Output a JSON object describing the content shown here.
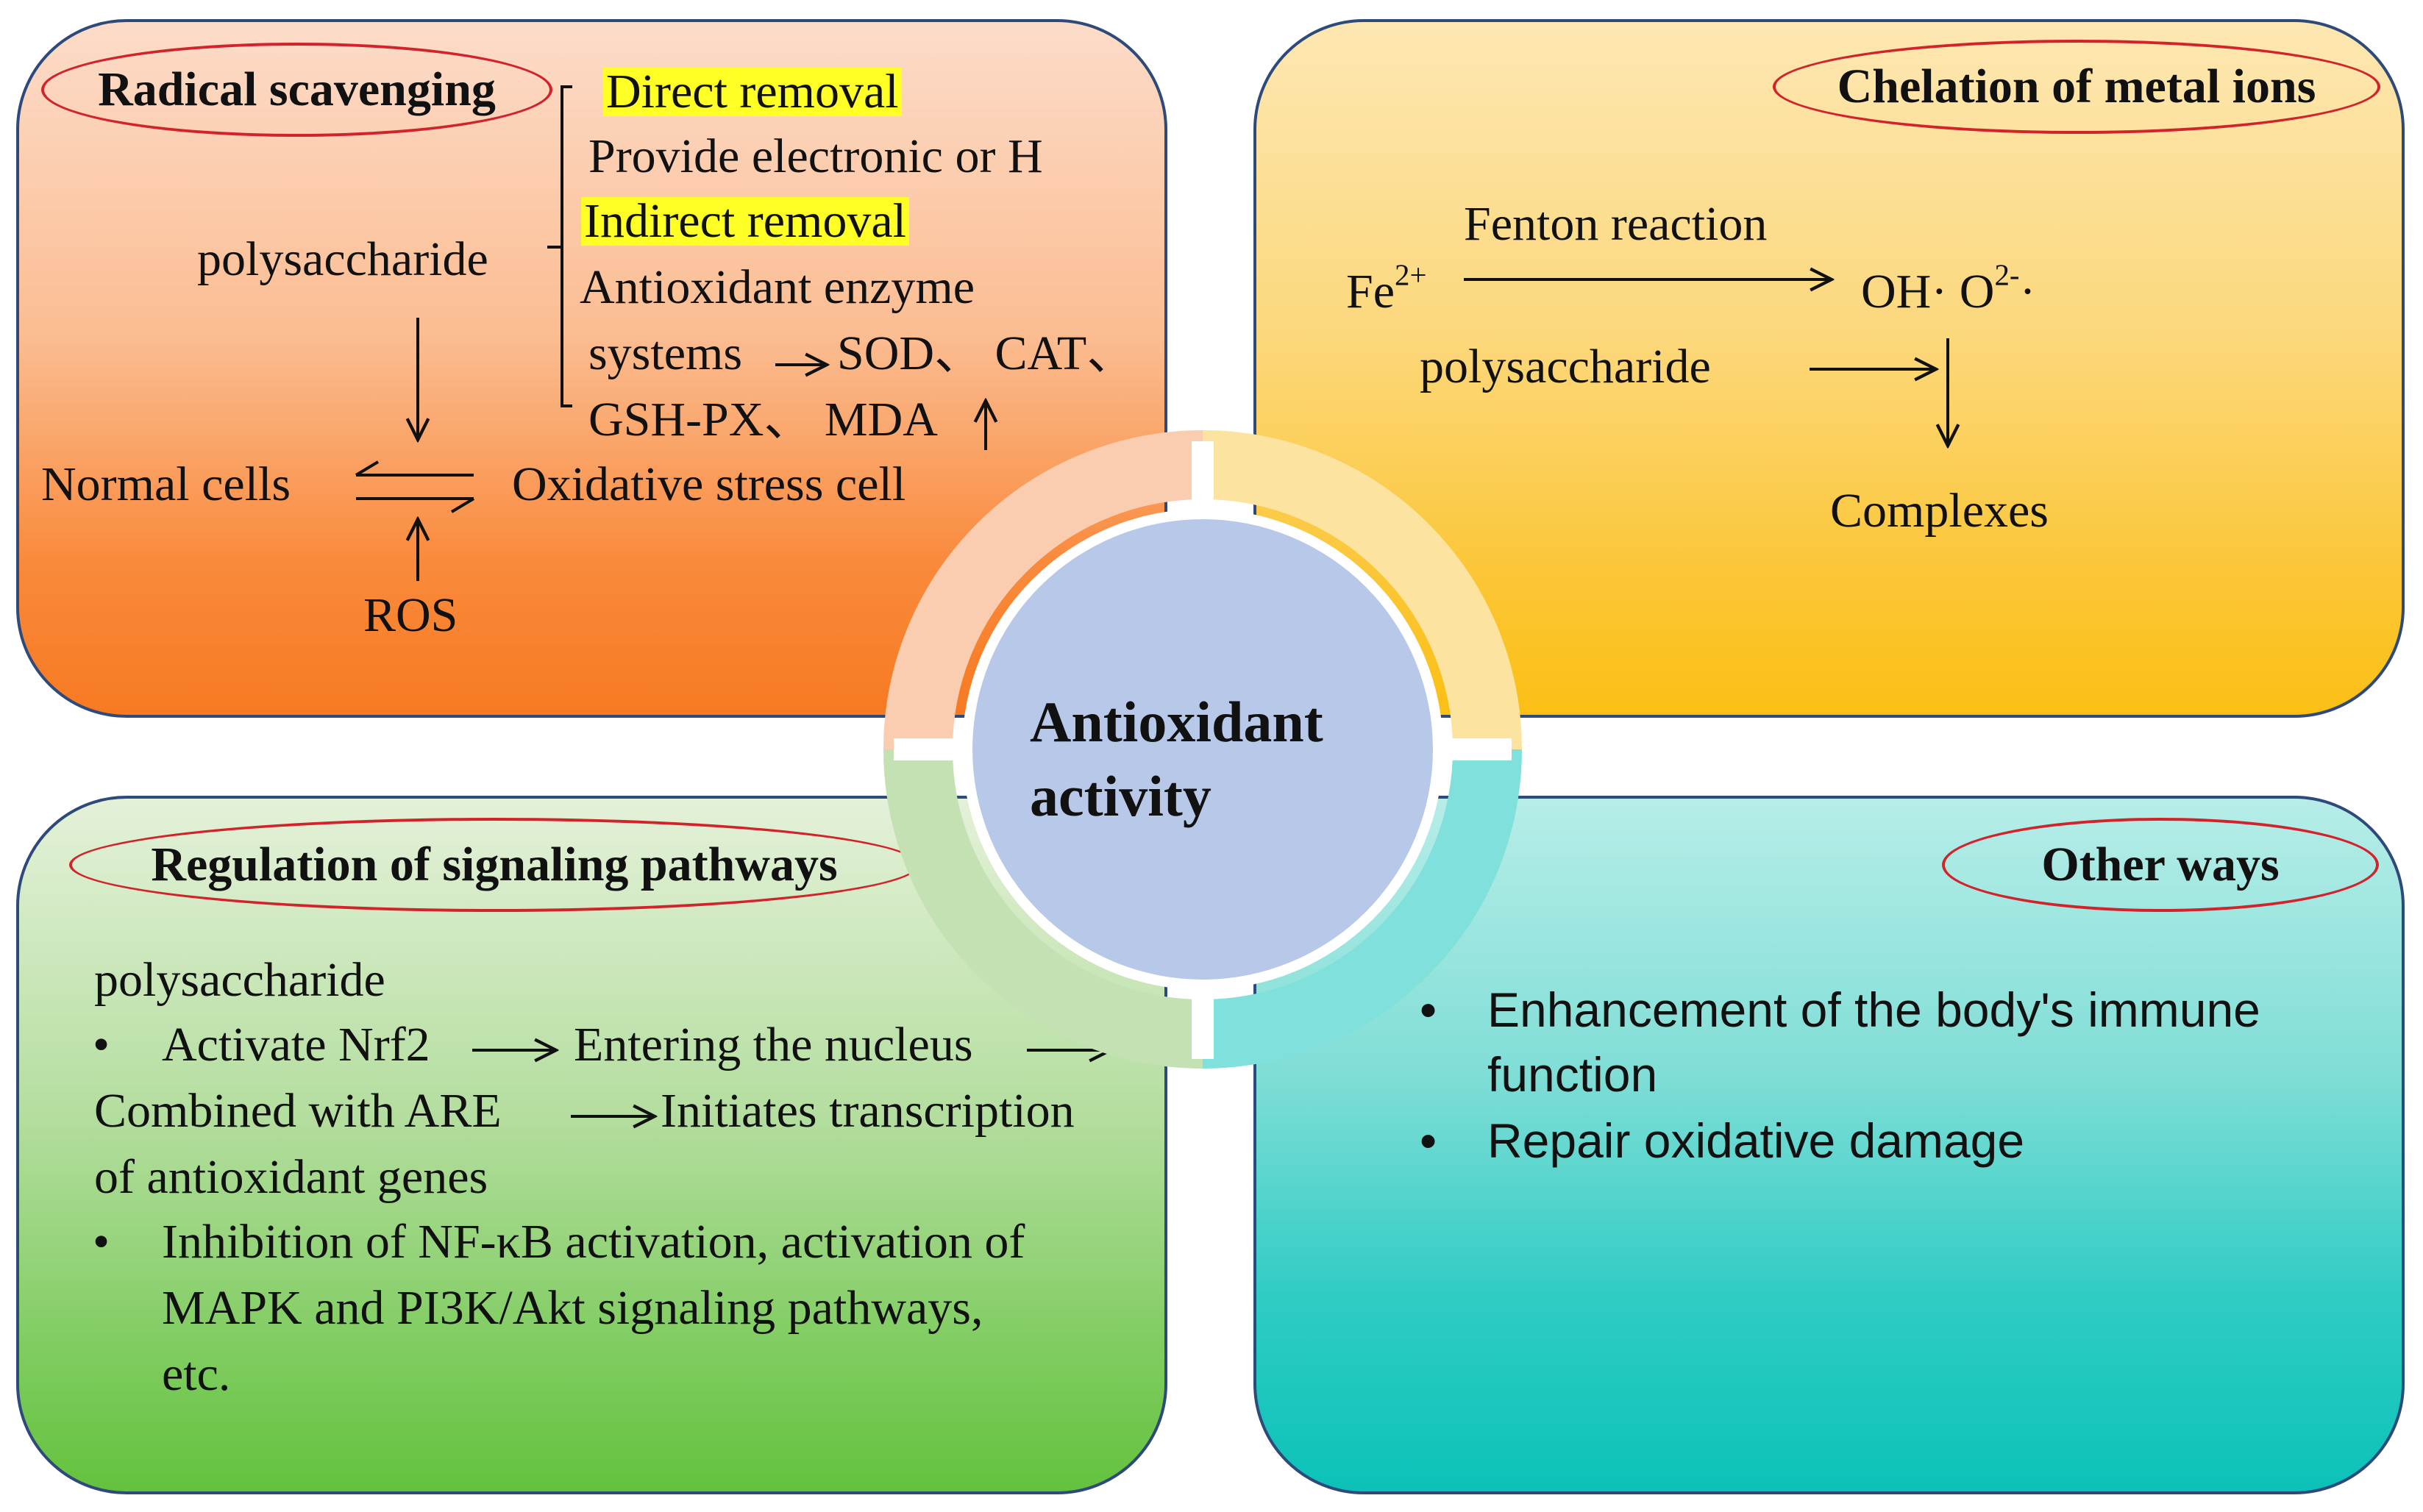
{
  "center": {
    "line1": "Antioxidant",
    "line2": "activity"
  },
  "radical": {
    "title": "Radical scavenging",
    "direct": "Direct removal",
    "provide": "Provide electronic or H",
    "indirect": "Indirect removal",
    "enzyme": "Antioxidant enzyme",
    "systems": "systems",
    "sod": "SOD、 CAT、",
    "gsh": "GSH-PX、 MDA",
    "polysaccharide": "polysaccharide",
    "normal": "Normal cells",
    "oxidative": "Oxidative stress cell",
    "ros": "ROS"
  },
  "chelation": {
    "title": "Chelation of metal ions",
    "fenton": "Fenton reaction",
    "fe": "Fe",
    "fe_sup": "2+",
    "oh": "OH· O",
    "o_sup": "2-",
    "o_tail": "·",
    "polysaccharide": "polysaccharide",
    "complexes": "Complexes"
  },
  "signaling": {
    "title": "Regulation of signaling pathways",
    "polysaccharide": "polysaccharide",
    "bullet": "•",
    "activate": "Activate Nrf2",
    "entering": "Entering the nucleus",
    "combined": "Combined with ARE",
    "initiates": "Initiates transcription",
    "genes": "of antioxidant genes",
    "inhibition1": "Inhibition of NF-κB activation, activation of",
    "inhibition2": "MAPK and PI3K/Akt signaling pathways,",
    "inhibition3": "etc."
  },
  "other": {
    "title": "Other ways",
    "bullet": "•",
    "item1a": "Enhancement of the body's immune",
    "item1b": "function",
    "item2": "Repair oxidative damage"
  },
  "colors": {
    "panel_border": "#2e4a7a",
    "oval_border": "#d2232a",
    "highlight": "#ffff26",
    "hub": "#b7c8e8",
    "ring_tl": "#fbcdb0",
    "ring_tr": "#fde3a0",
    "ring_bl": "#c3e1b3",
    "ring_br": "#7fe0dc"
  }
}
